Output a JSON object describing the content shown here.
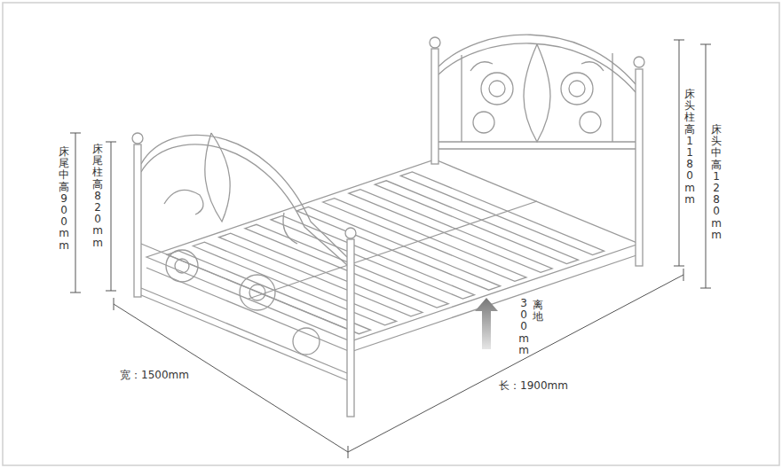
{
  "diagram": {
    "labels": [
      "床尾中高900mm",
      "床尾柱高820mm",
      "床头柱高1180 mm",
      "床头中高 1280 mm",
      "离地",
      "300mm",
      "宽：1500mm",
      "长：1900mm"
    ]
  }
}
